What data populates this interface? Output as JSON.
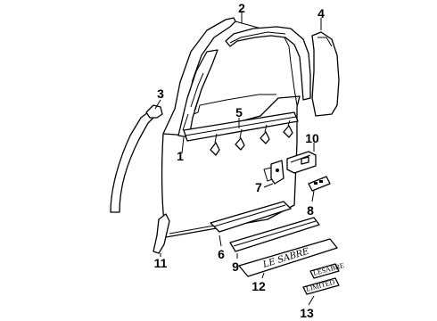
{
  "diagram": {
    "callouts": [
      {
        "id": "1",
        "label": "1"
      },
      {
        "id": "2",
        "label": "2"
      },
      {
        "id": "3",
        "label": "3"
      },
      {
        "id": "4",
        "label": "4"
      },
      {
        "id": "5",
        "label": "5"
      },
      {
        "id": "6",
        "label": "6"
      },
      {
        "id": "7",
        "label": "7"
      },
      {
        "id": "8",
        "label": "8"
      },
      {
        "id": "9",
        "label": "9"
      },
      {
        "id": "10",
        "label": "10"
      },
      {
        "id": "11",
        "label": "11"
      },
      {
        "id": "12",
        "label": "12"
      },
      {
        "id": "13",
        "label": "13"
      }
    ],
    "nameplate_text": "LE SABRE",
    "badge_upper_text": "LESABRE",
    "badge_lower_text": "LIMITED"
  }
}
